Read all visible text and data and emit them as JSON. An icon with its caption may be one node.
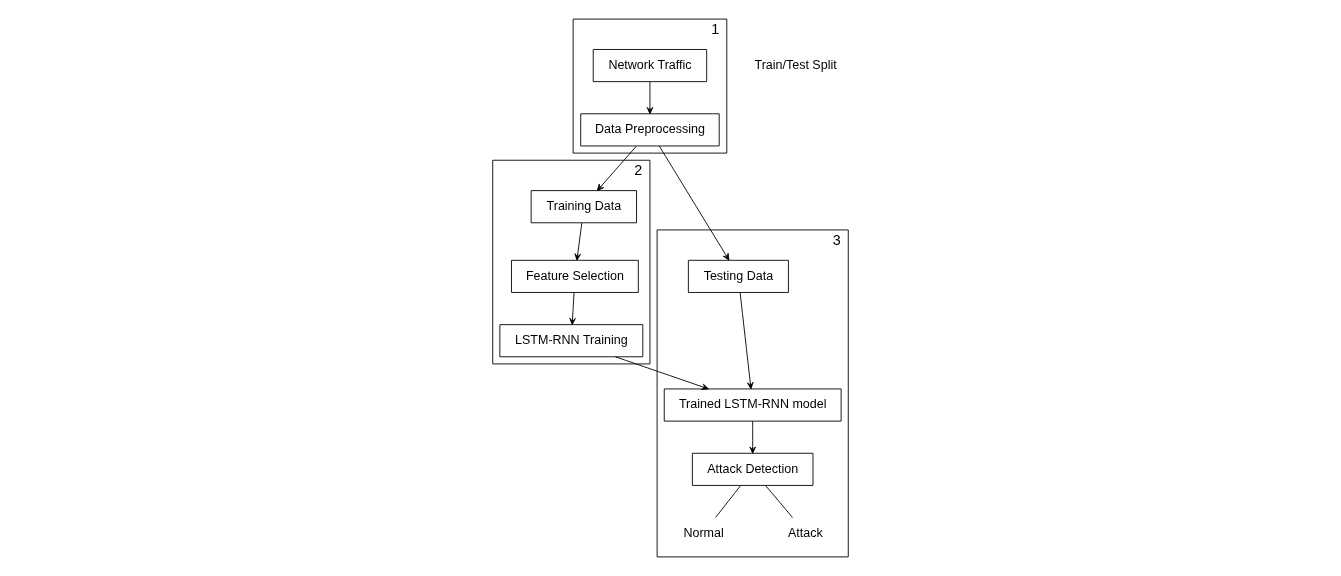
{
  "diagram": {
    "nodes": [
      {
        "text": [
          "1"
        ]
      },
      {
        "text": [
          "Network Traffic"
        ],
        "in": 0
      },
      {
        "text": [
          "Data Preprocessing"
        ],
        "in": 0
      },
      {
        "text": [
          "2"
        ]
      },
      {
        "text": [
          "Training Data"
        ],
        "in": 3
      },
      {
        "text": [
          "Feature Selection"
        ],
        "in": 3
      },
      {
        "text": [
          "LSTM-RNN Training"
        ],
        "in": 3
      },
      {
        "text": [
          "3"
        ]
      },
      {
        "text": [
          "Testing Data"
        ],
        "in": 7
      },
      {
        "text": [
          "Trained LSTM-RNN model"
        ],
        "in": 7
      },
      {
        "text": [
          "Attack Detection"
        ],
        "in": 7
      },
      {
        "text": [
          "Normal"
        ],
        "in": 7
      },
      {
        "text": [
          "Attack"
        ],
        "in": 7
      }
    ],
    "edges": [
      {
        "from": 1,
        "to": 2,
        "arrow": "to"
      },
      {
        "from": 2,
        "to": 4,
        "arrow": "to"
      },
      {
        "from": 2,
        "to": 8,
        "arrow": "to"
      },
      {
        "from": 4,
        "to": 5,
        "arrow": "to"
      },
      {
        "from": 5,
        "to": 6,
        "arrow": "to"
      },
      {
        "from": 6,
        "to": 9,
        "arrow": "to"
      },
      {
        "from": 8,
        "to": 9,
        "arrow": "to"
      },
      {
        "from": 9,
        "to": 10,
        "arrow": "to"
      },
      {
        "from": 10,
        "to": 11,
        "arrow": "none"
      },
      {
        "from": 10,
        "to": 12,
        "arrow": "none"
      }
    ],
    "labels": [
      "Train/Test Split"
    ]
  }
}
